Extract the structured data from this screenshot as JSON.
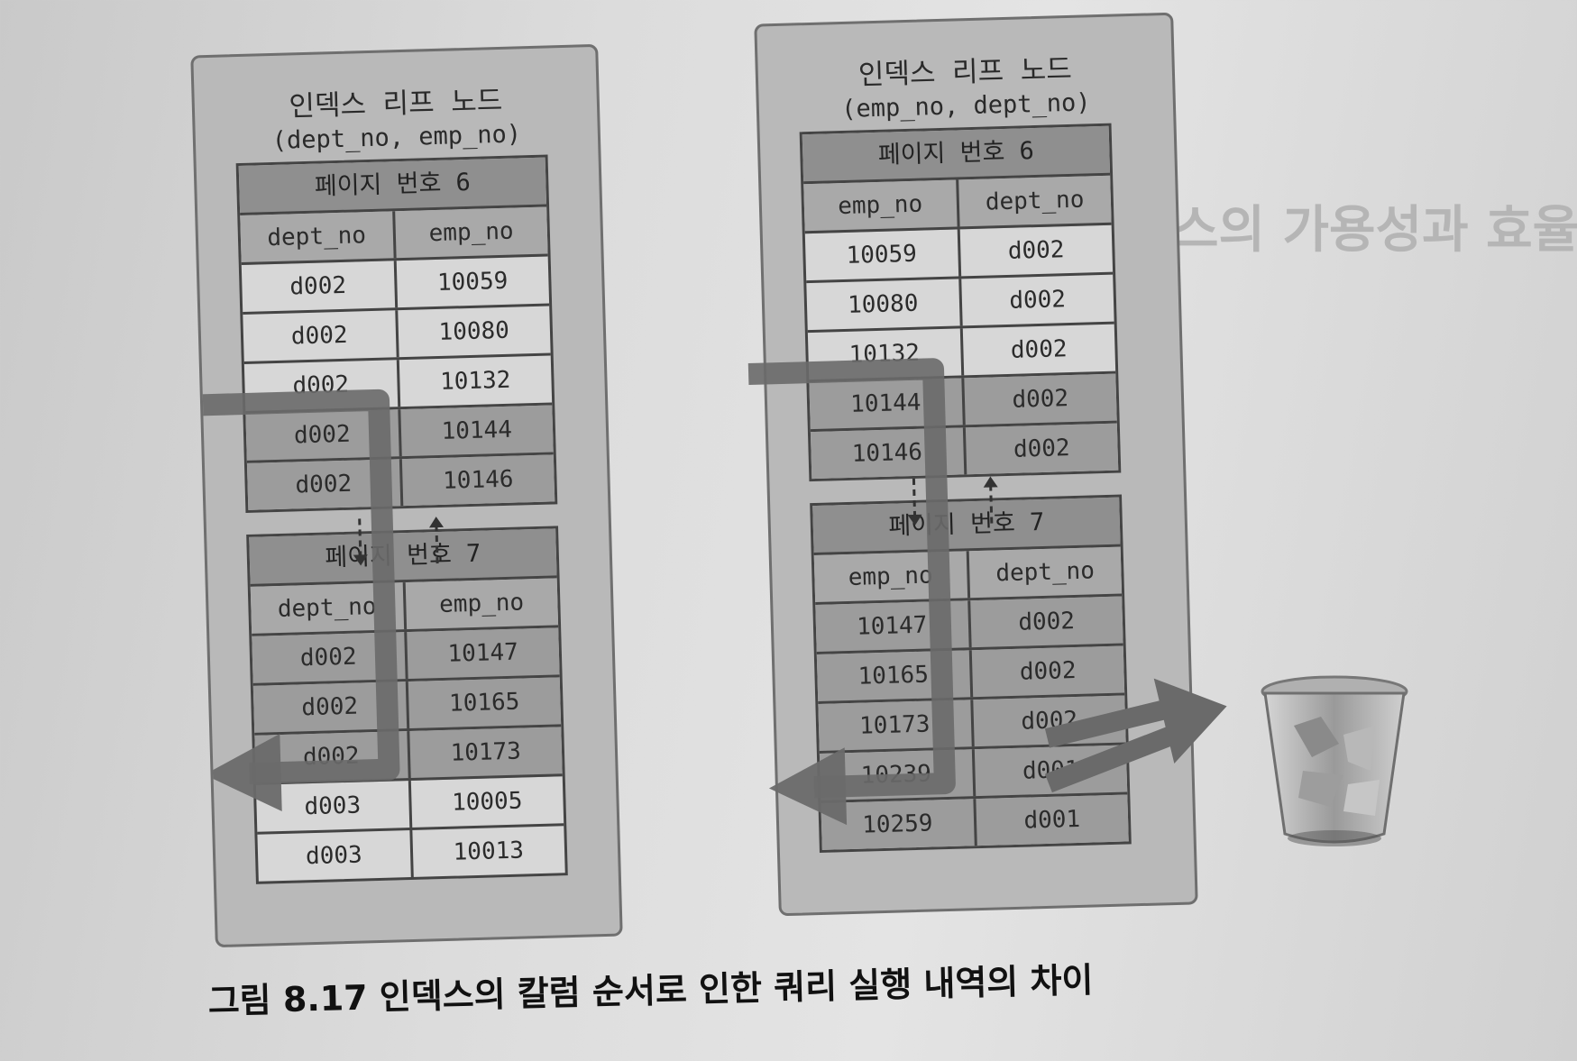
{
  "left_panel": {
    "title": "인덱스 리프 노드",
    "subtitle": "(dept_no, emp_no)",
    "pages": [
      {
        "header": "페이지 번호 6",
        "columns": [
          "dept_no",
          "emp_no"
        ],
        "rows": [
          [
            "d002",
            "10059"
          ],
          [
            "d002",
            "10080"
          ],
          [
            "d002",
            "10132"
          ],
          [
            "d002",
            "10144"
          ],
          [
            "d002",
            "10146"
          ]
        ]
      },
      {
        "header": "페이지 번호 7",
        "columns": [
          "dept_no",
          "emp_no"
        ],
        "rows": [
          [
            "d002",
            "10147"
          ],
          [
            "d002",
            "10165"
          ],
          [
            "d002",
            "10173"
          ],
          [
            "d003",
            "10005"
          ],
          [
            "d003",
            "10013"
          ]
        ]
      }
    ]
  },
  "right_panel": {
    "title": "인덱스 리프 노드",
    "subtitle": "(emp_no, dept_no)",
    "pages": [
      {
        "header": "페이지 번호 6",
        "columns": [
          "emp_no",
          "dept_no"
        ],
        "rows": [
          [
            "10059",
            "d002"
          ],
          [
            "10080",
            "d002"
          ],
          [
            "10132",
            "d002"
          ],
          [
            "10144",
            "d002"
          ],
          [
            "10146",
            "d002"
          ]
        ]
      },
      {
        "header": "페이지 번호 7",
        "columns": [
          "emp_no",
          "dept_no"
        ],
        "rows": [
          [
            "10147",
            "d002"
          ],
          [
            "10165",
            "d002"
          ],
          [
            "10173",
            "d002"
          ],
          [
            "10239",
            "d001"
          ],
          [
            "10259",
            "d001"
          ]
        ]
      }
    ]
  },
  "caption": "그림 8.17 인덱스의 칼럼 순서로 인한 쿼리 실행 내역의 차이",
  "icons": [
    "trash-icon",
    "scan-arrow-icon",
    "discard-arrow-icon"
  ],
  "colors": {
    "panel": "#b9b9b9",
    "page_header": "#8f8f8f",
    "arrow": "#6a6a6a"
  }
}
